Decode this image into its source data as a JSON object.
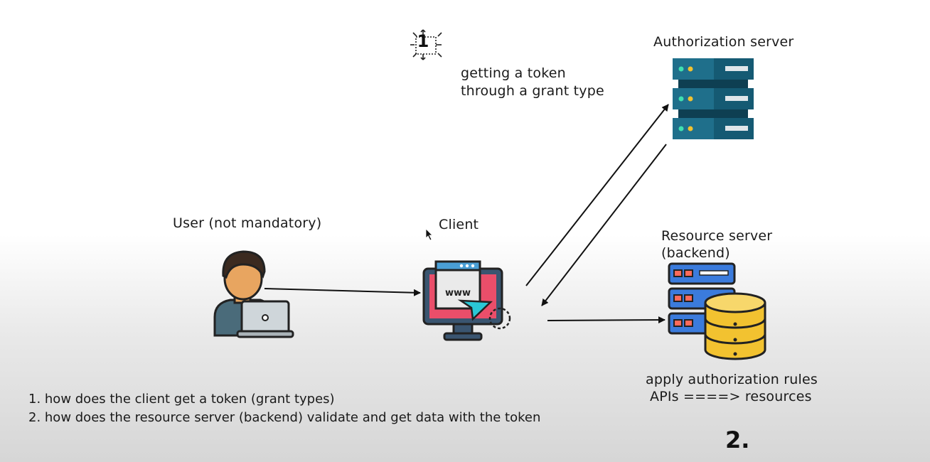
{
  "step_marker": "1",
  "step_note": {
    "line1": "getting a token",
    "line2": "through a grant type"
  },
  "nodes": {
    "auth_server": "Authorization server",
    "user": "User (not mandatory)",
    "client": "Client",
    "resource_server_line1": "Resource server",
    "resource_server_line2": "(backend)",
    "browser_text": "www"
  },
  "resource_note": {
    "line1": "apply authorization rules",
    "line2": "APIs ====> resources"
  },
  "questions": [
    "1. how does the client get a token (grant types)",
    "2. how does the resource server (backend) validate and get data with the token"
  ],
  "step_label": "2."
}
